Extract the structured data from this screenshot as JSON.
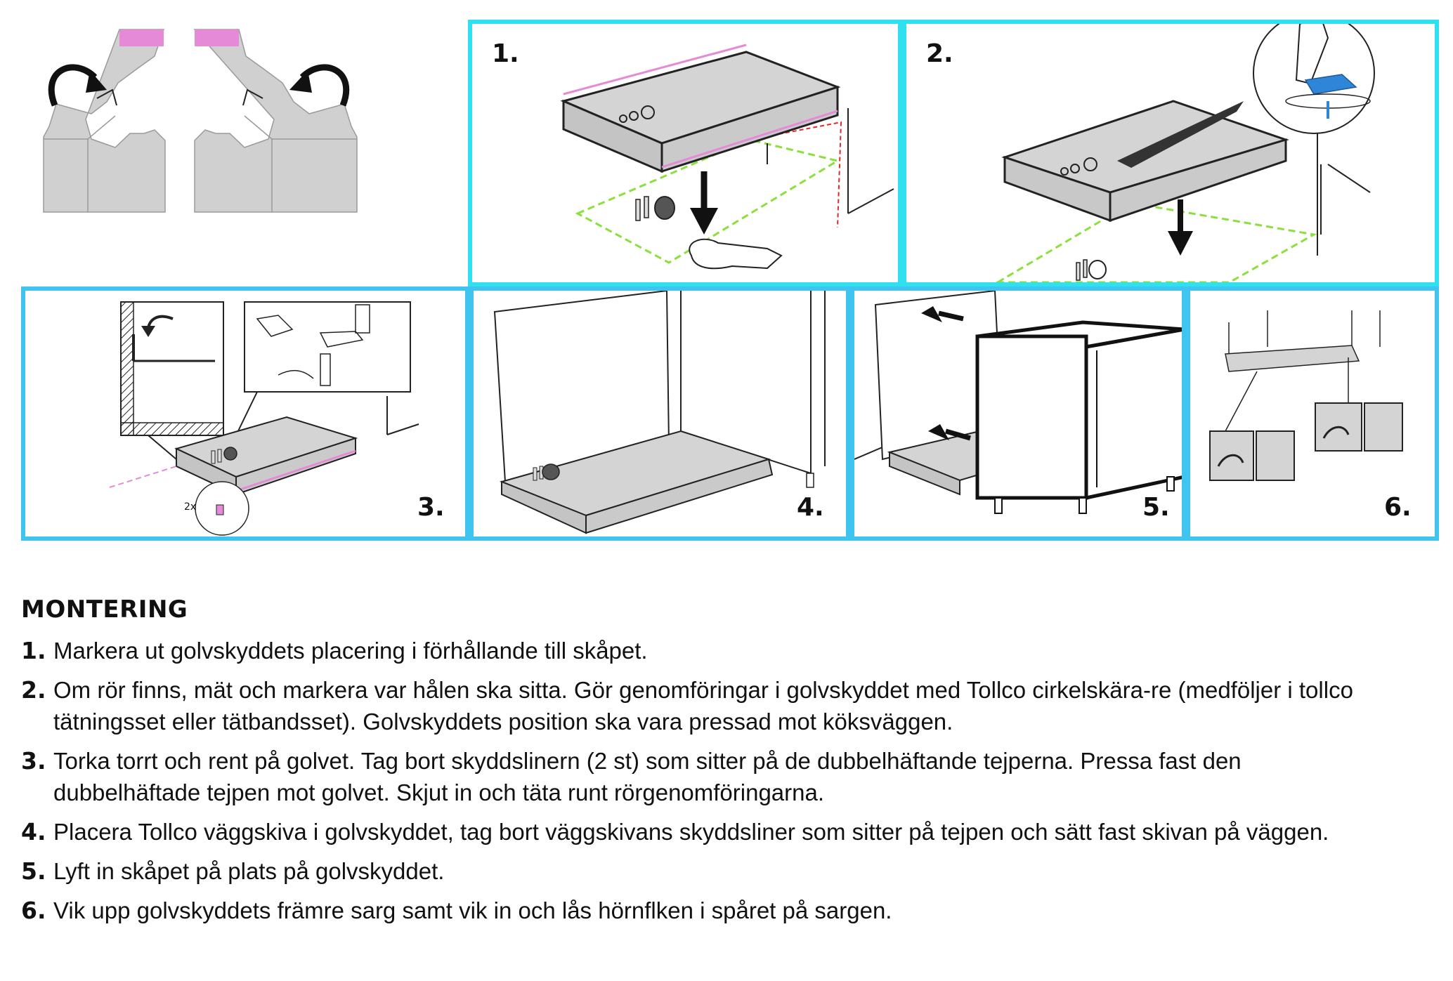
{
  "panels": [
    {
      "number": "1."
    },
    {
      "number": "2."
    },
    {
      "number": "3."
    },
    {
      "number": "4."
    },
    {
      "number": "5."
    },
    {
      "number": "6."
    }
  ],
  "diagram_text": {
    "multiplier": "2x"
  },
  "instructions": {
    "heading": "MONTERING",
    "steps": [
      {
        "number": "1.",
        "text": "Markera ut golvskyddets placering i förhållande till skåpet."
      },
      {
        "number": "2.",
        "text": "Om rör finns, mät och markera var hålen ska sitta. Gör genomföringar i golvskyddet med Tollco cirkelskära-re (medföljer i tollco tätningsset eller tätbandsset). Golvskyddets position ska vara pressad mot köksväggen."
      },
      {
        "number": "3.",
        "text": "Torka torrt och rent på golvet. Tag bort skyddslinern (2 st) som sitter på de dubbelhäftande tejperna. Pressa fast den dubbelhäftade tejpen mot golvet. Skjut in och täta runt rörgenomföringarna."
      },
      {
        "number": "4.",
        "text": "Placera Tollco väggskiva i golvskyddet, tag bort väggskivans skyddsliner som sitter på tejpen och sätt fast skivan på väggen."
      },
      {
        "number": "5.",
        "text": "Lyft in skåpet på plats på golvskyddet."
      },
      {
        "number": "6.",
        "text": "Vik upp golvskyddets främre sarg samt vik in och lås hörnflken i spåret på sargen."
      }
    ]
  },
  "colors": {
    "panel_border": "#3ec4ee",
    "panel_border_top": "#2fe0ee",
    "tape": "#e58ad6",
    "mark_green": "#8be03c",
    "mark_red": "#e0292d",
    "tray_gray": "#d4d4d4",
    "cutter_blue": "#2f86d8"
  },
  "icons": [
    "fold-arrow-icon",
    "arrow-down-icon",
    "cloth-hand-icon",
    "circle-cutter-icon",
    "push-arrow-icon"
  ]
}
